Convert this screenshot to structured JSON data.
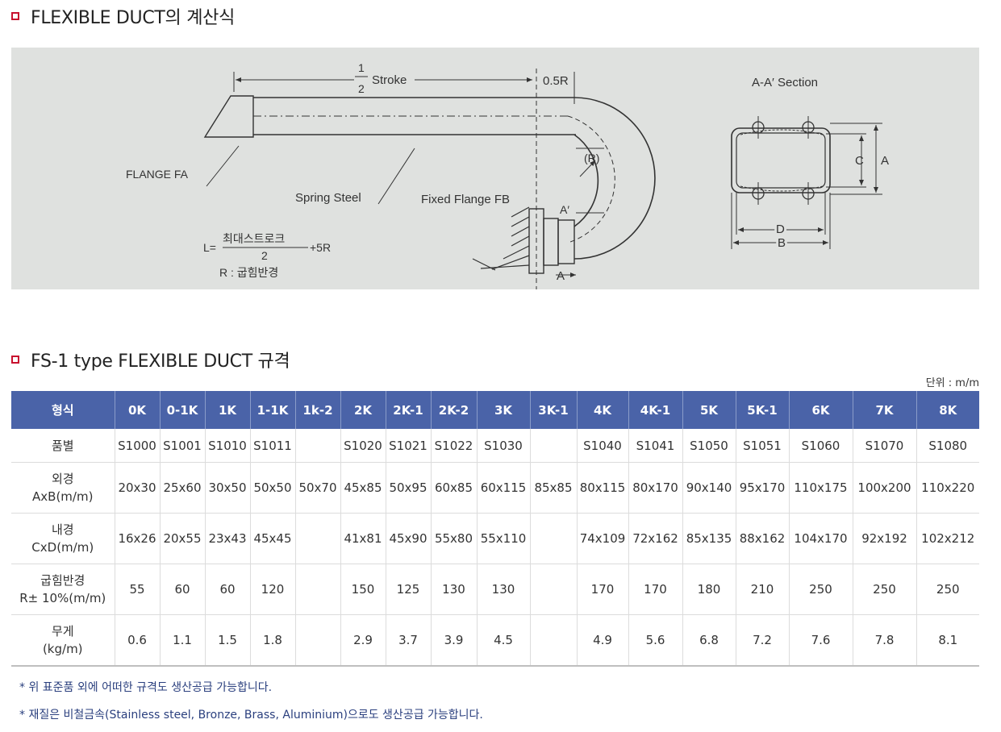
{
  "section1": {
    "title": "FLEXIBLE DUCT의 계산식"
  },
  "diagram": {
    "stroke_frac_num": "1",
    "stroke_frac_den": "2",
    "stroke_label": "Stroke",
    "half_r_label": "0.5R",
    "section_label": "A-A′ Section",
    "flange_fa": "FLANGE FA",
    "spring_steel": "Spring Steel",
    "fixed_flange": "Fixed Flange FB",
    "r_label": "(R)",
    "a_prime": "A′",
    "a_label": "A",
    "c_label": "C",
    "d_label": "D",
    "b_label": "B",
    "formula_lhs": "L=",
    "formula_num": "최대스트로크",
    "formula_den": "2",
    "formula_rhs": "+5R",
    "formula_note": "R : 굽힘반경"
  },
  "section2": {
    "title": "FS-1 type FLEXIBLE DUCT 규격"
  },
  "unit": "단위 : m/m",
  "table": {
    "headers": [
      "형식",
      "0K",
      "0-1K",
      "1K",
      "1-1K",
      "1k-2",
      "2K",
      "2K-1",
      "2K-2",
      "3K",
      "3K-1",
      "4K",
      "4K-1",
      "5K",
      "5K-1",
      "6K",
      "7K",
      "8K"
    ],
    "rows": [
      {
        "label": [
          "품별"
        ],
        "cells": [
          "S1000",
          "S1001",
          "S1010",
          "S1011",
          "",
          "S1020",
          "S1021",
          "S1022",
          "S1030",
          "",
          "S1040",
          "S1041",
          "S1050",
          "S1051",
          "S1060",
          "S1070",
          "S1080"
        ]
      },
      {
        "label": [
          "외경",
          "AxB(m/m)"
        ],
        "cells": [
          "20x30",
          "25x60",
          "30x50",
          "50x50",
          "50x70",
          "45x85",
          "50x95",
          "60x85",
          "60x115",
          "85x85",
          "80x115",
          "80x170",
          "90x140",
          "95x170",
          "110x175",
          "100x200",
          "110x220"
        ]
      },
      {
        "label": [
          "내경",
          "CxD(m/m)"
        ],
        "cells": [
          "16x26",
          "20x55",
          "23x43",
          "45x45",
          "",
          "41x81",
          "45x90",
          "55x80",
          "55x110",
          "",
          "74x109",
          "72x162",
          "85x135",
          "88x162",
          "104x170",
          "92x192",
          "102x212"
        ]
      },
      {
        "label": [
          "굽힘반경",
          "R± 10%(m/m)"
        ],
        "cells": [
          "55",
          "60",
          "60",
          "120",
          "",
          "150",
          "125",
          "130",
          "130",
          "",
          "170",
          "170",
          "180",
          "210",
          "250",
          "250",
          "250"
        ]
      },
      {
        "label": [
          "무게",
          "(kg/m)"
        ],
        "cells": [
          "0.6",
          "1.1",
          "1.5",
          "1.8",
          "",
          "2.9",
          "3.7",
          "3.9",
          "4.5",
          "",
          "4.9",
          "5.6",
          "6.8",
          "7.2",
          "7.6",
          "7.8",
          "8.1"
        ]
      }
    ]
  },
  "notes": [
    "* 위 표준품 외에 어떠한 규격도 생산공급 가능합니다.",
    "* 재질은 비철금속(Stainless steel, Bronze, Brass, Aluminium)으로도 생산공급 가능합니다."
  ]
}
